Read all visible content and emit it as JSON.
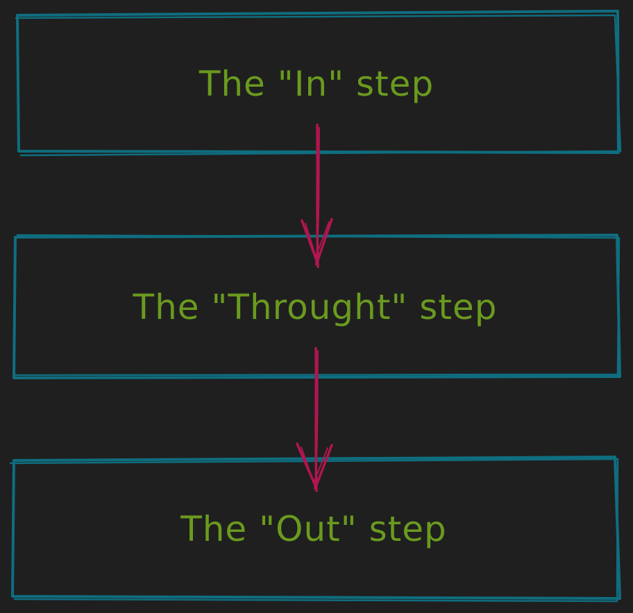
{
  "diagram": {
    "colors": {
      "background": "#1f1f1f",
      "box_stroke": "#0f6e80",
      "arrow_stroke": "#b0164f",
      "text": "#6a9a1f"
    },
    "steps": [
      {
        "label": "The \"In\" step"
      },
      {
        "label": "The \"Throught\" step"
      },
      {
        "label": "The \"Out\" step"
      }
    ],
    "connections": [
      {
        "from": 0,
        "to": 1
      },
      {
        "from": 1,
        "to": 2
      }
    ]
  }
}
